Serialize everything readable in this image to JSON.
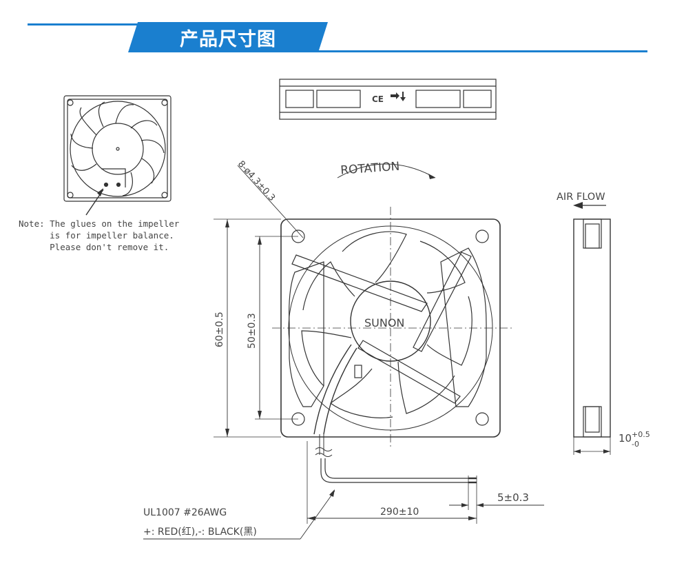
{
  "header": {
    "title": "产品尺寸图",
    "accent_color": "#1a7fcf"
  },
  "note": {
    "line1": "Note: The glues on the impeller",
    "line2": "      is for impeller balance.",
    "line3": "      Please don't remove it."
  },
  "labels": {
    "rotation": "ROTATION",
    "air_flow": "AIR FLOW",
    "brand": "SUNON",
    "hole_spec": "8-ø4.3±0.3",
    "dim_outer": "60±0.5",
    "dim_hole_spacing": "50±0.3",
    "dim_thickness_base": "10",
    "dim_thickness_plus": "+0.5",
    "dim_thickness_minus": "-0",
    "dim_wire_strip": "5±0.3",
    "dim_wire_length": "290±10",
    "wire_spec": "UL1007  #26AWG",
    "wire_colors": "+: RED(红),-: BLACK(黑)",
    "ce_mark": "CE"
  }
}
